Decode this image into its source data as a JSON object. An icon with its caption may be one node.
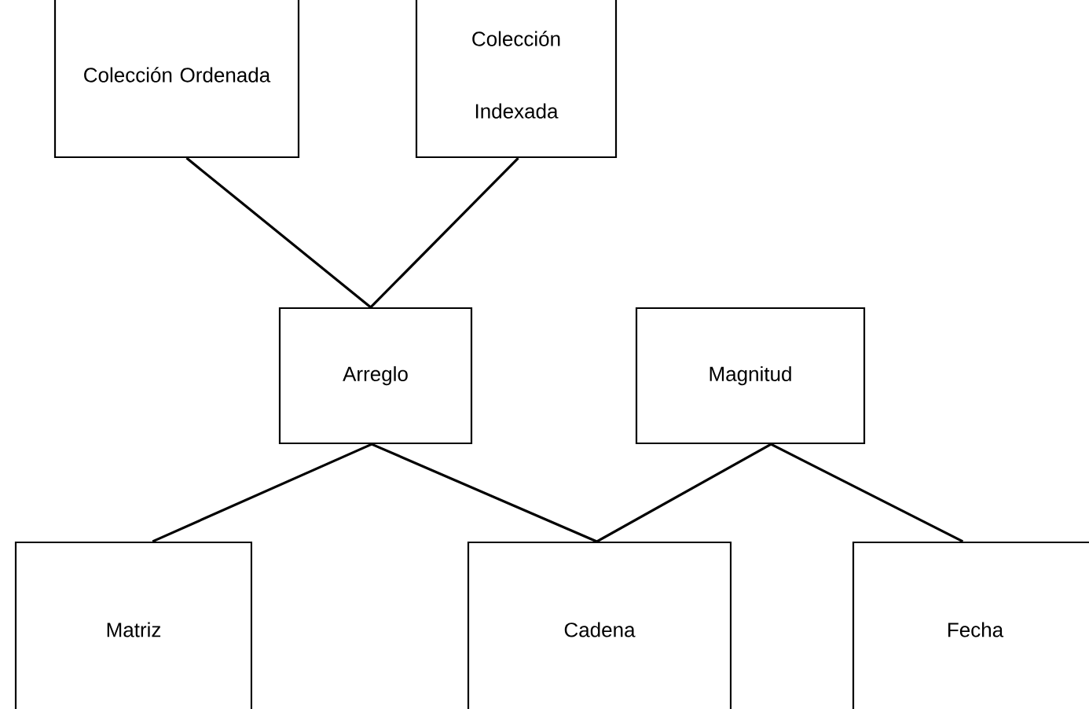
{
  "diagram": {
    "nodes": [
      {
        "text": [
          "Colección Ordenada"
        ]
      },
      {
        "text": [
          "Colección Indexada"
        ]
      },
      {
        "text": [
          "Arreglo"
        ]
      },
      {
        "text": [
          "Magnitud"
        ]
      },
      {
        "text": [
          "Matriz"
        ]
      },
      {
        "text": [
          "Cadena"
        ]
      },
      {
        "text": [
          "Fecha"
        ]
      }
    ],
    "edges": [
      {
        "from": 0,
        "to": 2,
        "arrow": "none"
      },
      {
        "from": 1,
        "to": 2,
        "arrow": "none"
      },
      {
        "from": 2,
        "to": 4,
        "arrow": "none"
      },
      {
        "from": 2,
        "to": 5,
        "arrow": "none"
      },
      {
        "from": 3,
        "to": 5,
        "arrow": "none"
      },
      {
        "from": 3,
        "to": 6,
        "arrow": "none"
      }
    ]
  }
}
